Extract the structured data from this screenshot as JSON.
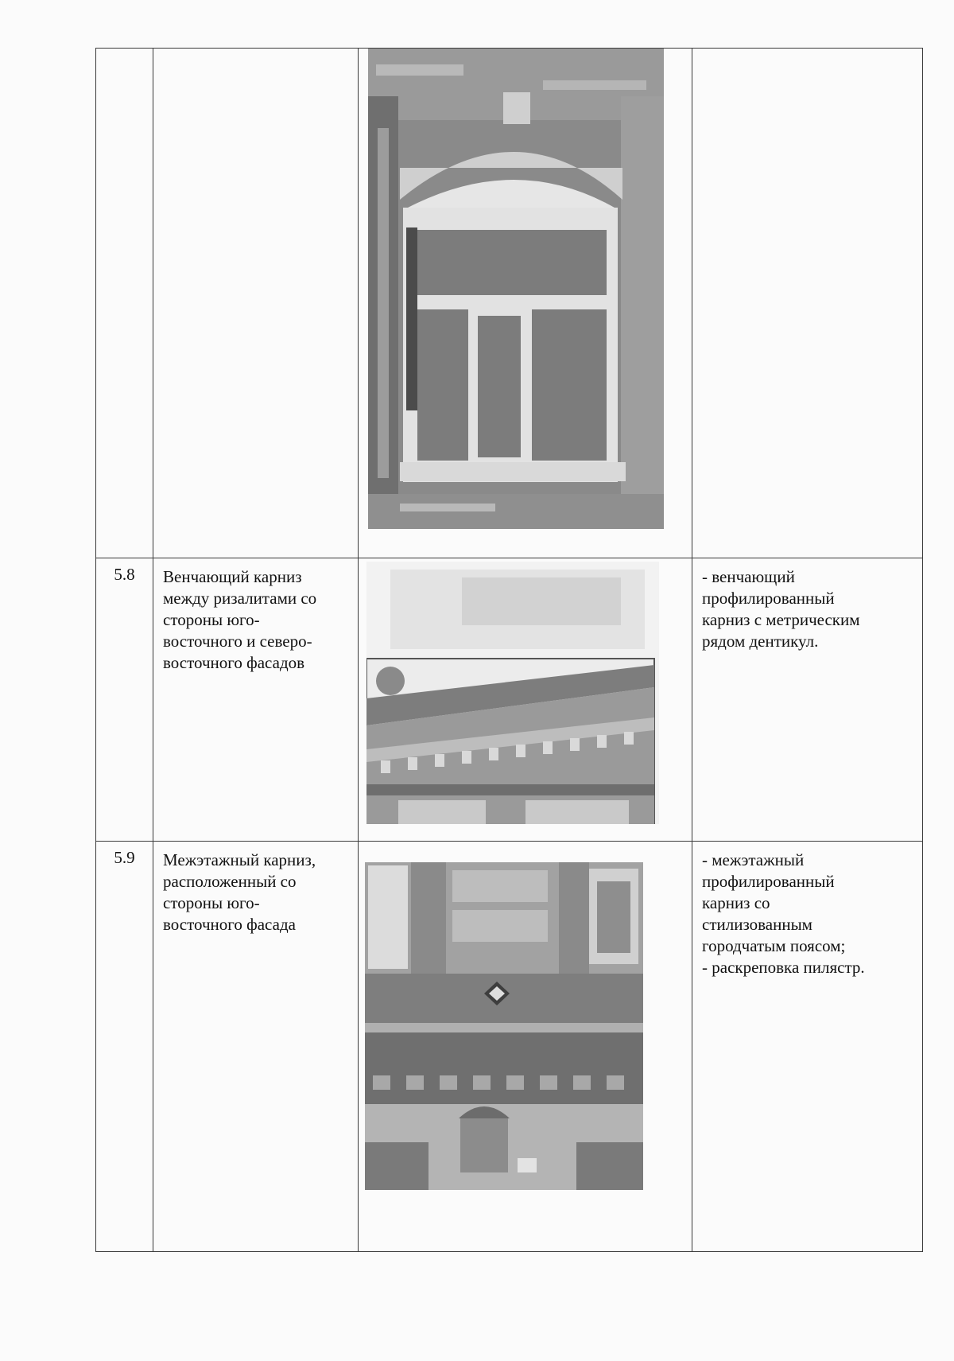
{
  "rows": [
    {
      "number": "",
      "name_lines": [],
      "desc_lines": [],
      "photo_icon": "window-photo-icon"
    },
    {
      "number": "5.8",
      "name_lines": [
        "Венчающий карниз",
        "между ризалитами со",
        "стороны юго-",
        "восточного и северо-",
        "восточного фасадов"
      ],
      "desc_lines": [
        "- венчающий",
        "профилированный",
        "карниз с метрическим",
        "рядом дентикул."
      ],
      "photo_icon": "cornice-photo-icon"
    },
    {
      "number": "5.9",
      "name_lines": [
        "Межэтажный карниз,",
        "расположенный со",
        "стороны юго-",
        "восточного фасада"
      ],
      "desc_lines": [
        "- межэтажный",
        "профилированный",
        "карниз со",
        "стилизованным",
        "городчатым поясом;",
        "- раскреповка пилястр."
      ],
      "photo_icon": "interfloor-cornice-photo-icon"
    }
  ],
  "colors": {
    "photo_dark": "#7a7a7a",
    "photo_mid": "#a9a9a9",
    "photo_light": "#d6d6d6",
    "border": "#3a3a3a"
  }
}
